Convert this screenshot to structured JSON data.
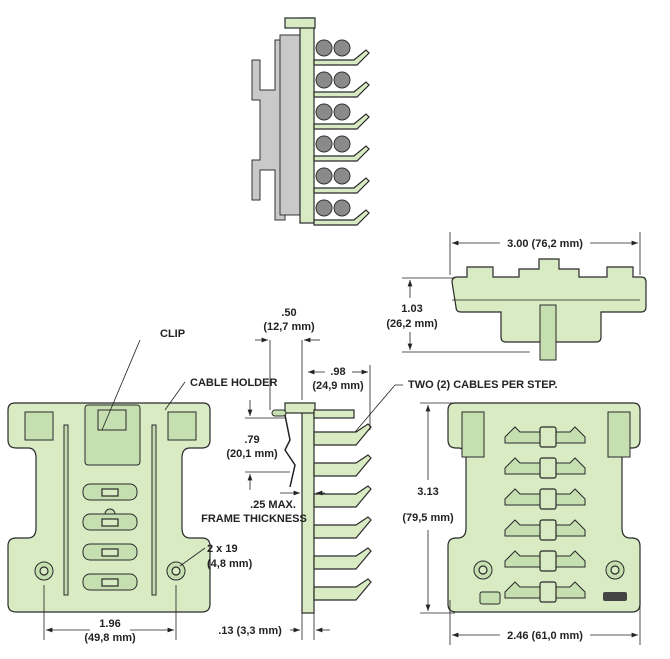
{
  "colors": {
    "part_fill": "#d8ebc3",
    "frame_gray": "#c9c9c9",
    "cable_gray": "#8a8a8a",
    "line": "#222222"
  },
  "labels": {
    "clip": "CLIP",
    "cable_holder": "CABLE HOLDER",
    "hole_in": "2 x 19",
    "hole_mm": "(4,8 mm)",
    "width_front_in": "1.96",
    "width_front_mm": "(49,8 mm)",
    "depth_total_in": ".50",
    "depth_total_mm": "(12,7 mm)",
    "depth_holder_in": ".98",
    "depth_holder_mm": "(24,9 mm)",
    "clip_height_in": ".79",
    "clip_height_mm": "(20,1 mm)",
    "frame_max": ".25 MAX.",
    "frame_thickness": "FRAME THICKNESS",
    "base_thickness": ".13 (3,3 mm)",
    "two_cables": "TWO (2) CABLES PER STEP.",
    "height_in": "3.13",
    "height_mm": "(79,5 mm)",
    "width_back": "2.46 (61,0 mm)",
    "top_width": "3.00 (76,2 mm)",
    "top_height_in": "1.03",
    "top_height_mm": "(26,2 mm)"
  }
}
